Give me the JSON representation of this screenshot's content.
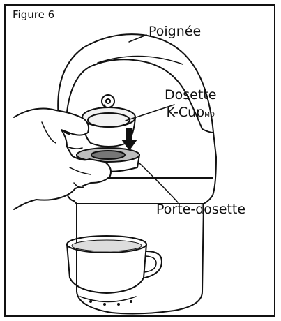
{
  "figure": {
    "title": "Figure 6",
    "labels": {
      "handle": "Poignée",
      "pod_line1": "Dosette",
      "pod_line2": "K-Cup",
      "pod_mark": "MD",
      "holder": "Porte-dosette"
    }
  }
}
